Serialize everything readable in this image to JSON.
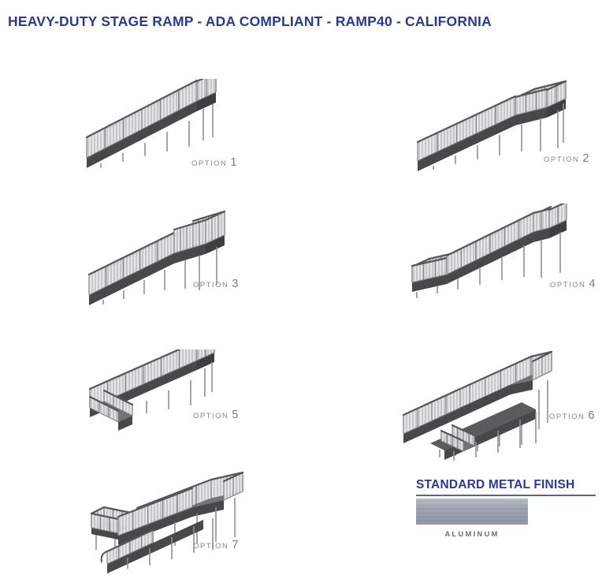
{
  "title": "HEAVY-DUTY STAGE RAMP - ADA COMPLIANT - RAMP40 - CALIFORNIA",
  "options": [
    {
      "word": "OPTION",
      "number": "1",
      "alt": "straight ramp with side railings"
    },
    {
      "word": "OPTION",
      "number": "2",
      "alt": "straight ramp with small top landing"
    },
    {
      "word": "OPTION",
      "number": "3",
      "alt": "straight ramp with top platform and end gate rail"
    },
    {
      "word": "OPTION",
      "number": "4",
      "alt": "ramp with bottom landing platform and top platform"
    },
    {
      "word": "OPTION",
      "number": "5",
      "alt": "L-shaped ramp with bottom turn landing"
    },
    {
      "word": "OPTION",
      "number": "6",
      "alt": "switchback ramp with large top platform"
    },
    {
      "word": "OPTION",
      "number": "7",
      "alt": "switchback ramp with side landing platform"
    }
  ],
  "finish": {
    "title": "STANDARD METAL FINISH",
    "swatch_label": "ALUMINUM"
  },
  "colors": {
    "heading_blue": "#2b3990",
    "label_gray": "#85878a",
    "ramp_deck": "#68696b",
    "ramp_fascia": "#47484a",
    "railing_fill": "#e4e5e7",
    "aluminum_swatch": "#99a1af"
  }
}
